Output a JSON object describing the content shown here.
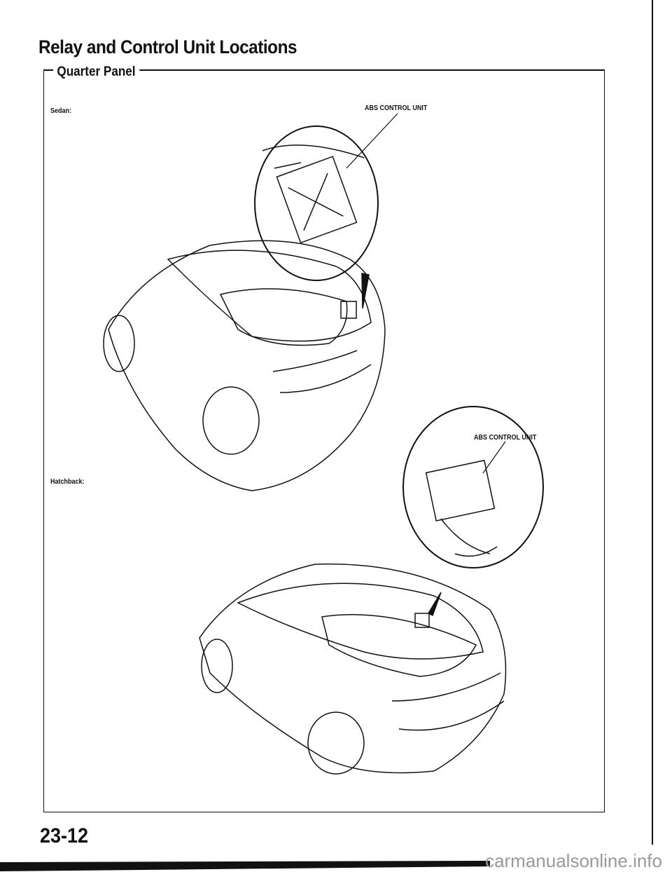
{
  "page": {
    "title": "Relay and Control Unit Locations",
    "section": "Quarter Panel",
    "page_number": "23-12",
    "watermark": "carmanualsonline.info"
  },
  "figures": [
    {
      "variant_label": "Sedan:",
      "callout": "ABS CONTROL UNIT"
    },
    {
      "variant_label": "Hatchback:",
      "callout": "ABS CONTROL UNIT"
    }
  ]
}
